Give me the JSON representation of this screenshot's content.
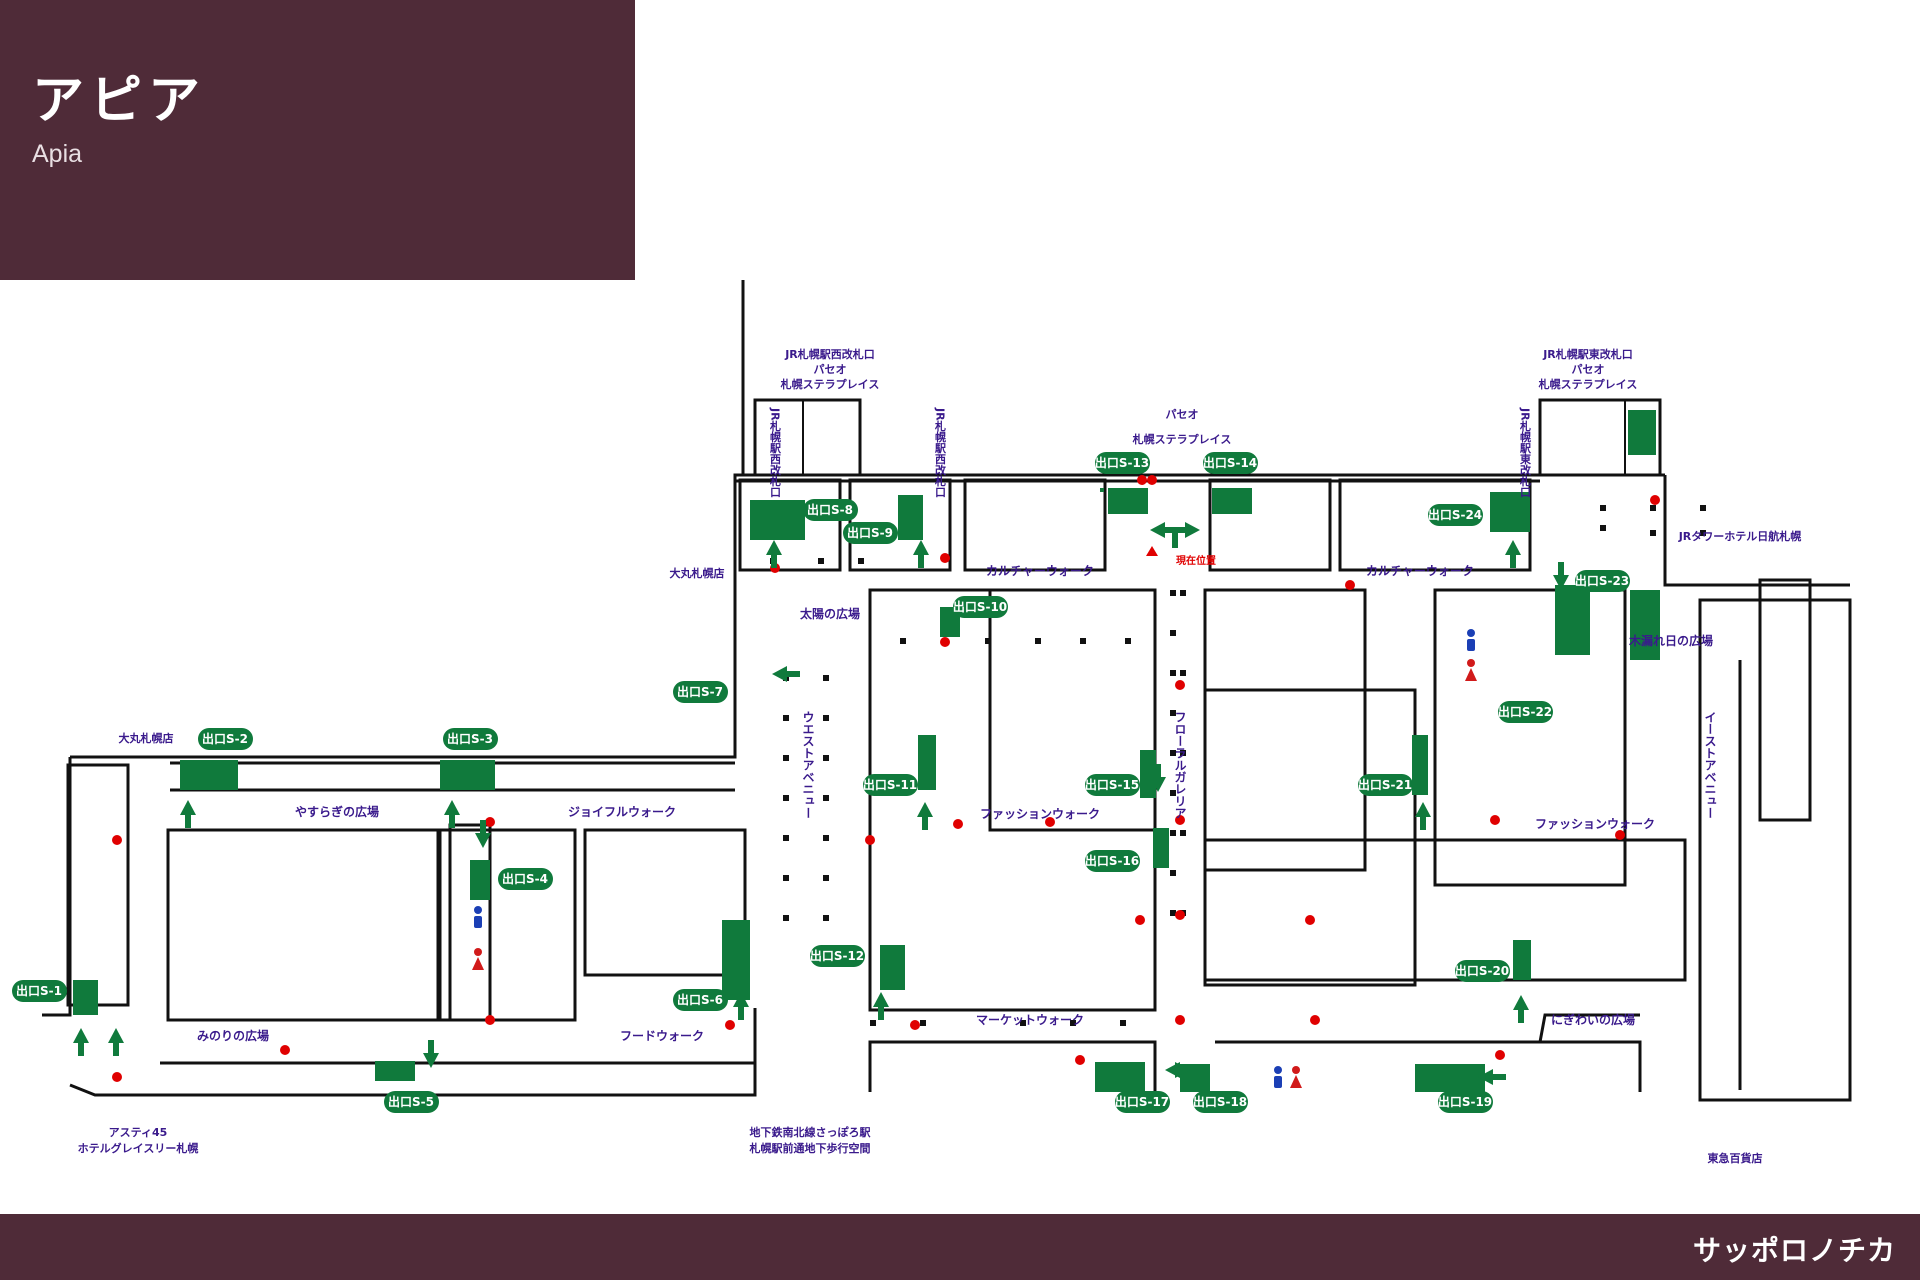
{
  "header": {
    "title": "アピア",
    "subtitle": "Apia"
  },
  "footer": {
    "brand": "サッポロノチカ"
  },
  "colors": {
    "header_bg": "#4f2b38",
    "wall": "#111111",
    "label": "#3a1a8c",
    "exit_green": "#107a3c",
    "marker_red": "#e00000"
  },
  "map": {
    "exits": [
      "出口S-1",
      "出口S-2",
      "出口S-3",
      "出口S-4",
      "出口S-5",
      "出口S-6",
      "出口S-7",
      "出口S-8",
      "出口S-9",
      "出口S-10",
      "出口S-11",
      "出口S-12",
      "出口S-13",
      "出口S-14",
      "出口S-15",
      "出口S-16",
      "出口S-17",
      "出口S-18",
      "出口S-19",
      "出口S-20",
      "出口S-21",
      "出口S-22",
      "出口S-23",
      "出口S-24"
    ],
    "areas": {
      "yasuragi": "やすらぎの広場",
      "joyful": "ジョイフルウォーク",
      "minori": "みのりの広場",
      "food": "フードウォーク",
      "taiyo": "太陽の広場",
      "culture_w": "カルチャーウォーク",
      "culture_e": "カルチャーウォーク",
      "fashion_w": "ファッションウォーク",
      "fashion_e": "ファッションウォーク",
      "market": "マーケットウォーク",
      "nigiwai": "にぎわいの広場",
      "komorebi": "木漏れ日の広場",
      "west_ave": "ウエストアベニュー",
      "floral": "フローラルガレリア",
      "east_ave": "イーストアベニュー"
    },
    "connections": {
      "daimaru_top": "大丸札幌店",
      "daimaru_left": "大丸札幌店",
      "jr_west_gate": [
        "JR札幌駅西改札口",
        "パセオ",
        "札幌ステラプレイス"
      ],
      "jr_east_gate": [
        "JR札幌駅東改札口",
        "パセオ",
        "札幌ステラプレイス"
      ],
      "paseo_mid": [
        "パセオ",
        "札幌ステラプレイス"
      ],
      "jr_v1": "JR札幌駅西改札口",
      "jr_v2": "JR札幌駅西改札口",
      "jr_v3": "JR札幌駅東改札口",
      "jr_tower": "JRタワーホテル日航札幌",
      "asty": [
        "アスティ45",
        "ホテルグレイスリー札幌"
      ],
      "subway": [
        "地下鉄南北線さっぽろ駅",
        "札幌駅前通地下歩行空間"
      ],
      "tokyu": "東急百貨店"
    },
    "current_location": "現在位置"
  }
}
